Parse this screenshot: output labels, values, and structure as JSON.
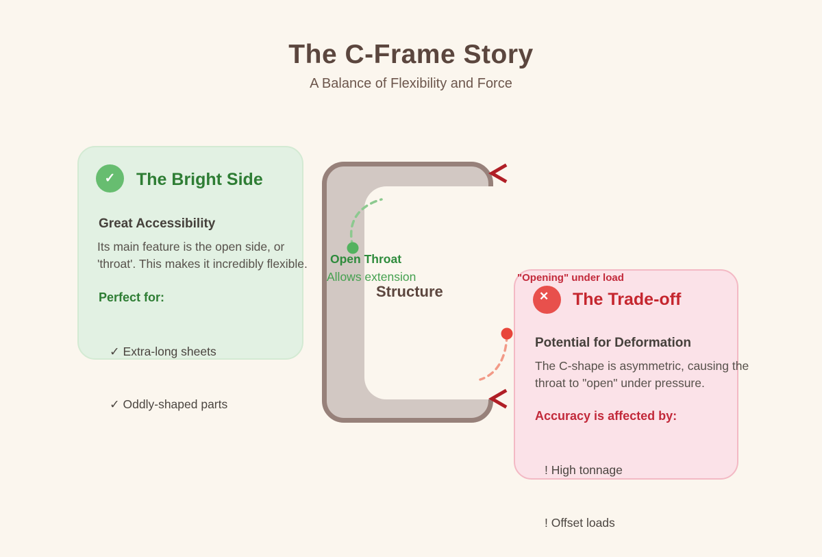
{
  "header": {
    "title": "The C-Frame Story",
    "subtitle": "A Balance of Flexibility and Force"
  },
  "bright_side": {
    "badge_glyph": "✓",
    "title": "The Bright Side",
    "heading": "Great Accessibility",
    "body": "Its main feature is the open side, or\n'throat'. This makes it incredibly flexible.",
    "list_title": "Perfect for:",
    "items": [
      "✓ Extra-long sheets",
      "✓ Oddly-shaped parts"
    ]
  },
  "frame": {
    "open_throat_label": "Open Throat",
    "open_throat_sub": "Allows extension",
    "structure_label": "Structure"
  },
  "trade_off": {
    "overlay_label": "\"Opening\" under load",
    "badge_glyph": "✕",
    "title": "The Trade-off",
    "heading": "Potential for Deformation",
    "body": "The C-shape is asymmetric, causing the\nthroat to \"open\" under pressure.",
    "list_title": "Accuracy is affected by:",
    "items": [
      "! High tonnage",
      "! Offset loads"
    ]
  },
  "colors": {
    "background": "#FBF6EE",
    "title_text": "#5B463E",
    "green_accent": "#2E7D34",
    "green_badge": "#67BD70",
    "green_card_bg": "#E2F1E3",
    "red_accent": "#C5272F",
    "red_badge": "#E8504C",
    "pink_card_bg": "#FBE2E8",
    "frame_fill": "#D2C8C3",
    "frame_border": "#97817A",
    "green_dash": "#8CC98F",
    "green_dot": "#53B25F",
    "red_dash": "#F29A87",
    "red_dot": "#E8463B",
    "chevron": "#B01F26"
  }
}
